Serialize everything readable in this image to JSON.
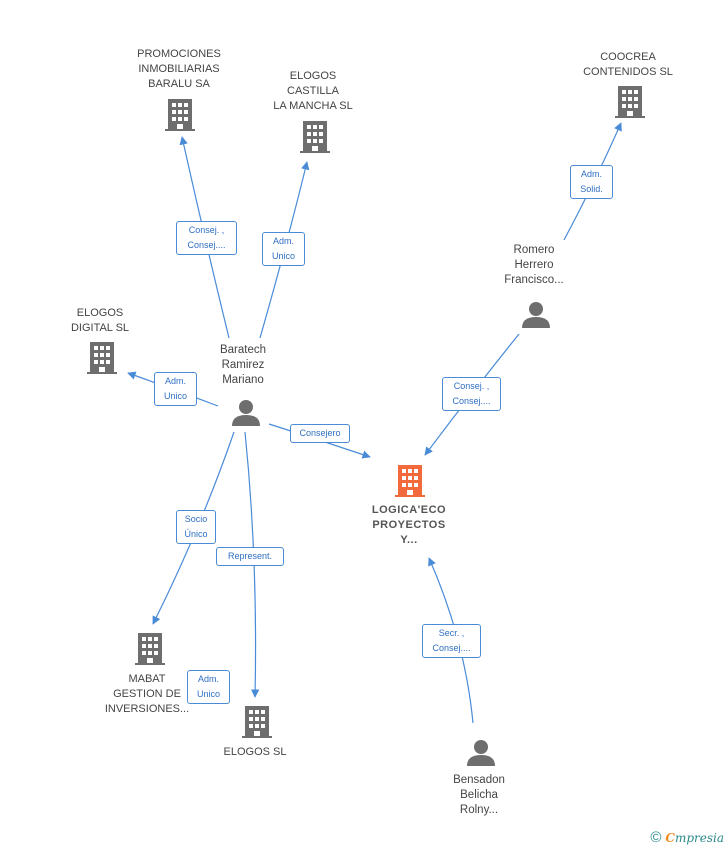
{
  "colors": {
    "edge": "#4a8bd8",
    "company": "#6e6e6e",
    "main_company": "#f26a3c",
    "person": "#6e6e6e"
  },
  "nodes": {
    "promociones": {
      "label": "PROMOCIONES\nINMOBILIARIAS\nBARALU SA",
      "icon": "building-icon"
    },
    "elogos_castilla": {
      "label": "ELOGOS\nCASTILLA\nLA MANCHA SL",
      "icon": "building-icon"
    },
    "coocrea": {
      "label": "COOCREA\nCONTENIDOS SL",
      "icon": "building-icon"
    },
    "elogos_digital": {
      "label": "ELOGOS\nDIGITAL  SL",
      "icon": "building-icon"
    },
    "baratech": {
      "label": "Baratech\nRamirez\nMariano",
      "icon": "person-icon"
    },
    "romero": {
      "label": "Romero\nHerrero\nFrancisco...",
      "icon": "person-icon"
    },
    "logicaeco": {
      "label": "LOGICA'ECO\nPROYECTOS\nY...",
      "icon": "building-icon"
    },
    "mabat": {
      "label": "MABAT\nGESTION DE\nINVERSIONES...",
      "icon": "building-icon"
    },
    "elogos_sl": {
      "label": "ELOGOS SL",
      "icon": "building-icon"
    },
    "bensadon": {
      "label": "Bensadon\nBelicha\nRolny...",
      "icon": "person-icon"
    }
  },
  "edges": {
    "baratech_promociones": "Consej. ,\nConsej....",
    "baratech_castilla": "Adm.\nUnico",
    "romero_coocrea": "Adm.\nSolid.",
    "baratech_digital": "Adm.\nUnico",
    "baratech_logicaeco": "Consejero",
    "romero_logicaeco": "Consej. ,\nConsej....",
    "baratech_mabat": "Socio\nÚnico",
    "baratech_elogos_sl": "Represent.",
    "mabat_elogos_sl": "Adm.\nUnico",
    "bensadon_logicaeco": "Secr. ,\nConsej...."
  },
  "footer": {
    "copyright_icon": "copyright-icon",
    "brand_first": "C",
    "brand_rest": "mpresia"
  }
}
